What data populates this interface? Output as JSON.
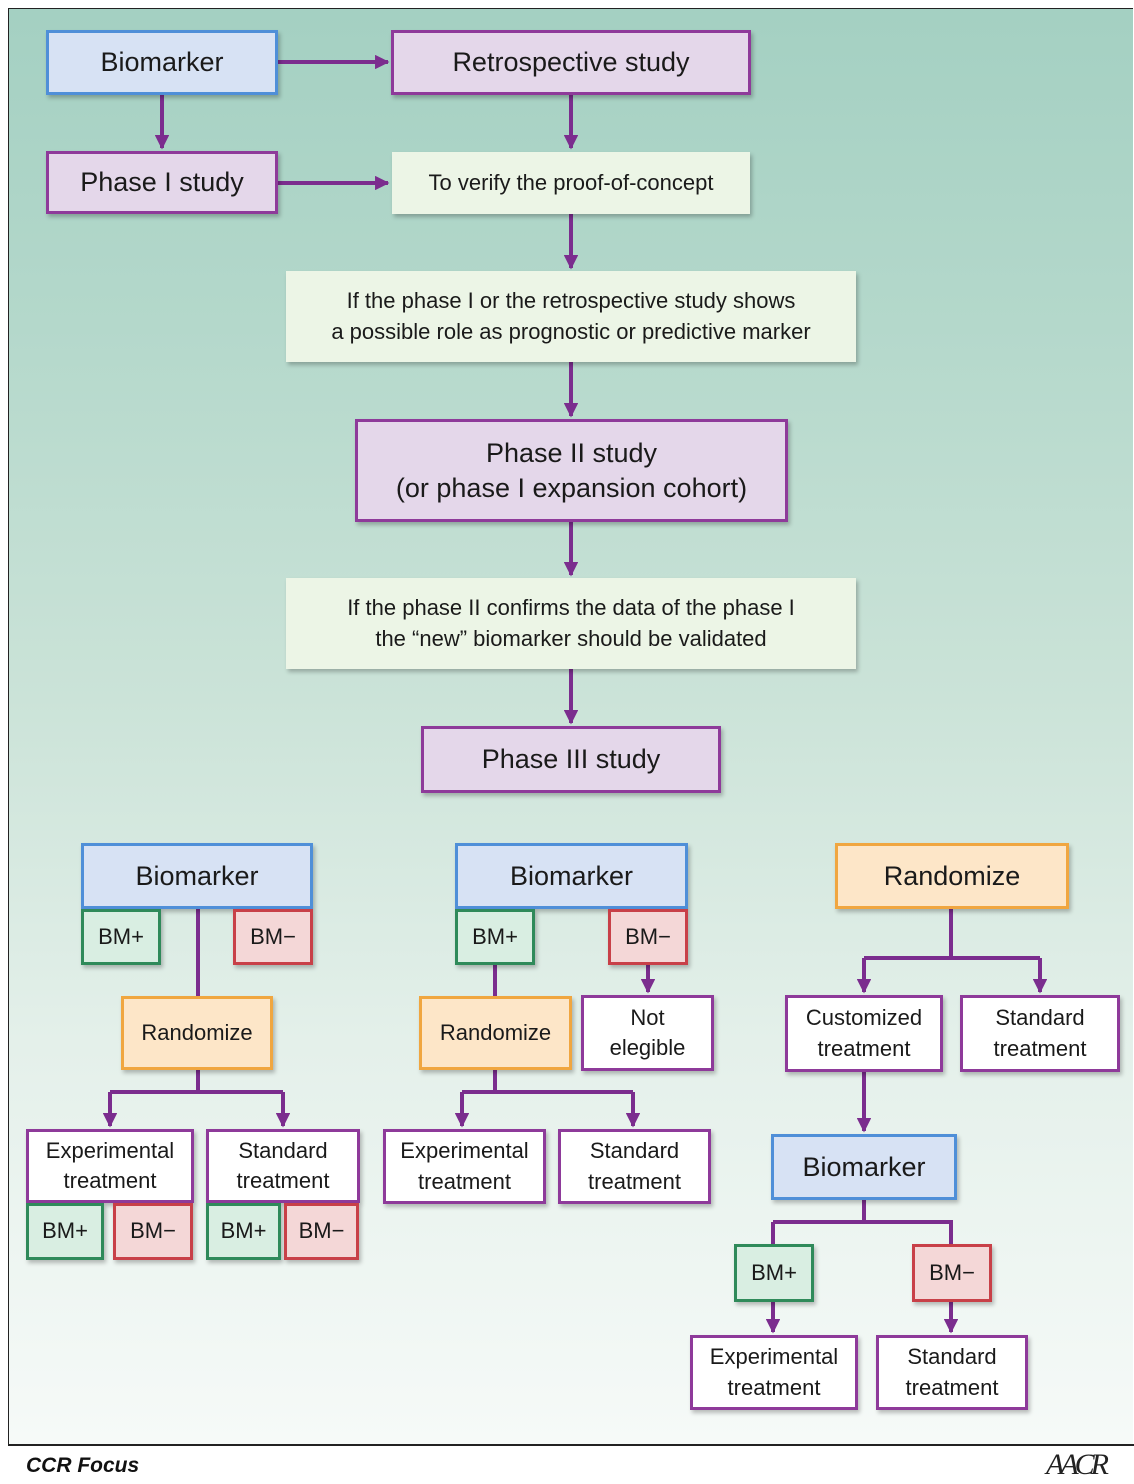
{
  "top_flow": {
    "biomarker": "Biomarker",
    "retrospective": "Retrospective study",
    "phase1": "Phase I study",
    "verify": "To verify the proof-of-concept",
    "if_phase1_line1": "If the phase I or the retrospective study shows",
    "if_phase1_line2": "a possible role as prognostic or predictive marker",
    "phase2_line1": "Phase II study",
    "phase2_line2": "(or phase I expansion cohort)",
    "if_phase2_line1": "If the phase II confirms the data of the phase I",
    "if_phase2_line2": "the “new” biomarker should be validated",
    "phase3": "Phase III study"
  },
  "design_left": {
    "biomarker": "Biomarker",
    "bm_pos": "BM+",
    "bm_neg": "BM−",
    "randomize": "Randomize",
    "exp_line1": "Experimental",
    "exp_line2": "treatment",
    "std_line1": "Standard",
    "std_line2": "treatment",
    "exp_bm_pos": "BM+",
    "exp_bm_neg": "BM−",
    "std_bm_pos": "BM+",
    "std_bm_neg": "BM−"
  },
  "design_middle": {
    "biomarker": "Biomarker",
    "bm_pos": "BM+",
    "bm_neg": "BM−",
    "randomize": "Randomize",
    "not_line1": "Not",
    "not_line2": "elegible",
    "exp_line1": "Experimental",
    "exp_line2": "treatment",
    "std_line1": "Standard",
    "std_line2": "treatment"
  },
  "design_right": {
    "randomize": "Randomize",
    "cust_line1": "Customized",
    "cust_line2": "treatment",
    "std_line1": "Standard",
    "std_line2": "treatment",
    "biomarker": "Biomarker",
    "bm_pos": "BM+",
    "bm_neg": "BM−",
    "exp_line1": "Experimental",
    "exp_line2": "treatment",
    "std2_line1": "Standard",
    "std2_line2": "treatment"
  },
  "footer": {
    "journal": "CCR Focus",
    "logo": "AACR"
  },
  "colors": {
    "arrow": "#7b2d8e",
    "phase_border": "#8e3a9a",
    "biomarker_border": "#4f8fd8",
    "randomize_border": "#f0a640",
    "bm_pos_border": "#2f8a5a",
    "bm_neg_border": "#c84048"
  }
}
